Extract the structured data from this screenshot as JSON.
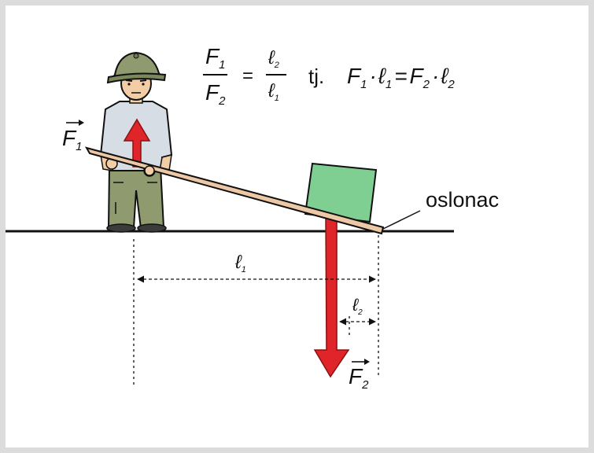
{
  "formula": {
    "numerator": "F",
    "numerator_sub": "1",
    "denominator": "F",
    "denominator_sub": "2",
    "equals": "=",
    "rhs_numerator": "ℓ",
    "rhs_numerator_sub": "2",
    "rhs_denominator": "ℓ",
    "rhs_denominator_sub": "1",
    "connector": "tj.",
    "product_left": "F",
    "product_left_sub": "1",
    "dot": "·",
    "product_left_arm": "ℓ",
    "product_left_arm_sub": "1",
    "product_equals": "=",
    "product_right": "F",
    "product_right_sub": "2",
    "product_right_arm": "ℓ",
    "product_right_arm_sub": "2"
  },
  "labels": {
    "fulcrum": "oslonac",
    "force_1": "F",
    "force_1_sub": "1",
    "force_2": "F",
    "force_2_sub": "2",
    "arm_1": "ℓ",
    "arm_1_sub": "1",
    "arm_2": "ℓ",
    "arm_2_sub": "2"
  },
  "colors": {
    "arrow": "#e0252a",
    "arrow_outline": "#8a1010",
    "lever": "#ecc8a6",
    "box": "#7fcf93",
    "shirt": "#d6dde4",
    "pants": "#8f9a6e",
    "hat": "#8f9a6e",
    "skin": "#f3cda5"
  }
}
